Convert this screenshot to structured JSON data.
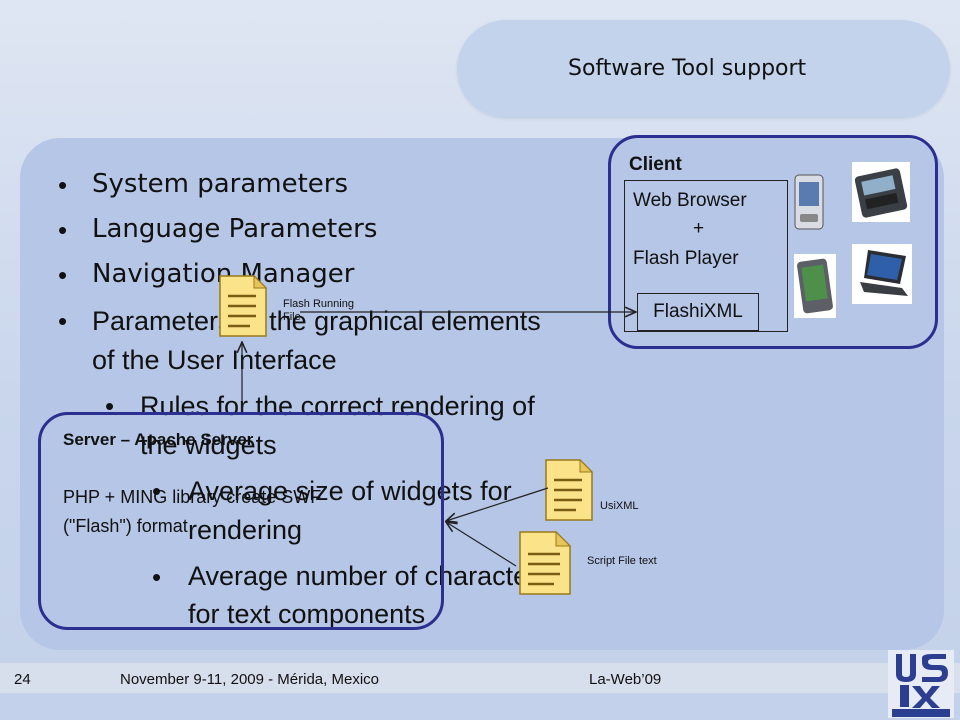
{
  "title": "Software Tool support",
  "bullets": {
    "b1": "System parameters",
    "b2": "Language Parameters",
    "b3": "Navigation Manager",
    "b4_line1": "Parameters of the graphical elements",
    "b4_line2": "of the User Interface",
    "b5_line1": "Rules for the correct rendering of",
    "b5_line2": "the widgets",
    "b6_line1": "Average size of widgets for",
    "b6_line2": "rendering",
    "b7_line1": "Average number of characters",
    "b7_line2": "for text components",
    "bullet_char": "•"
  },
  "client": {
    "label": "Client",
    "browser_line1": "Web Browser",
    "browser_line2": "+",
    "browser_line3": "Flash Player",
    "flashixml": "FlashiXML"
  },
  "server": {
    "title": "Server – Apache Server",
    "desc_line1": "PHP + MING library create SWF",
    "desc_line2": "(\"Flash\") format"
  },
  "files": {
    "flash_running_line1": "Flash Running",
    "flash_running_line2": "File",
    "usixml": "UsiXML",
    "script_file": "Script File text"
  },
  "footer": {
    "page_number": "24",
    "date_location": "November 9-11, 2009 - Mérida, Mexico",
    "conference": "La-Web’09"
  },
  "logo": {
    "icon": "usixml-logo",
    "text": "USIXML"
  },
  "colors": {
    "accent_border": "#2b2f8f",
    "panel": "#b5c6e6",
    "title_pill": "#c3d3ec"
  }
}
